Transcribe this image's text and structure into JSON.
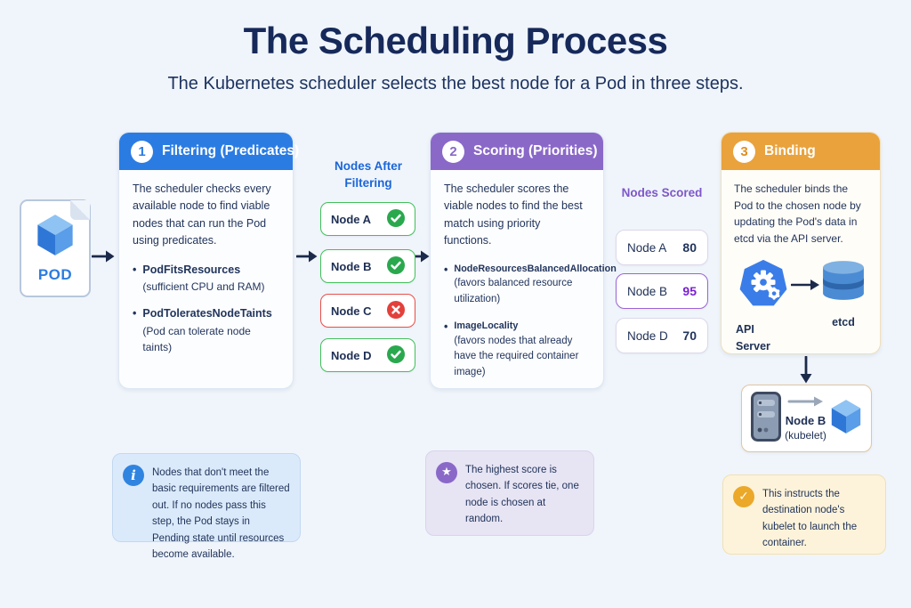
{
  "page": {
    "title": "The Scheduling Process",
    "subtitle": "The Kubernetes scheduler selects the best node for a Pod in three steps."
  },
  "pod_card": {
    "label": "POD"
  },
  "filtering": {
    "step_number": "1",
    "title": "Filtering (Predicates)",
    "description": "The scheduler checks every available node to find viable nodes that can run the Pod using predicates.",
    "bullets": [
      {
        "name": "PodFitsResources",
        "detail": "(sufficient CPU and RAM)"
      },
      {
        "name": "PodToleratesNodeTaints",
        "detail": "(Pod can tolerate node taints)"
      }
    ]
  },
  "filter_results": {
    "heading": "Nodes After Filtering",
    "items": [
      {
        "name": "Node A",
        "status": "pass"
      },
      {
        "name": "Node B",
        "status": "pass"
      },
      {
        "name": "Node C",
        "status": "fail"
      },
      {
        "name": "Node D",
        "status": "pass"
      }
    ]
  },
  "scoring": {
    "step_number": "2",
    "title": "Scoring (Priorities)",
    "description": "The scheduler scores the viable nodes to find the best match using priority functions.",
    "bullets": [
      {
        "name": "NodeResourcesBalancedAllocation",
        "detail": "(favors balanced resource utilization)"
      },
      {
        "name": "ImageLocality",
        "detail": "(favors nodes that already have the required container image)"
      }
    ]
  },
  "score_results": {
    "heading": "Nodes Scored",
    "selected": "Node B",
    "items": [
      {
        "name": "Node A",
        "score": "80"
      },
      {
        "name": "Node B",
        "score": "95"
      },
      {
        "name": "Node D",
        "score": "70"
      }
    ]
  },
  "binding": {
    "step_number": "3",
    "title": "Binding",
    "description": "The scheduler binds the Pod to the chosen node by updating the Pod's data in etcd via the API server.",
    "api_server_label": "API Server",
    "etcd_label": "etcd"
  },
  "kubelet": {
    "node_name": "Node B",
    "role": "(kubelet)"
  },
  "notes": {
    "filtering": {
      "text": "Nodes that don't meet the basic requirements are filtered out. If no nodes pass this step, the Pod stays in Pending state until resources become available."
    },
    "scoring": {
      "text": "The highest score is chosen. If scores tie, one node is chosen at random."
    },
    "binding": {
      "text": "This instructs the destination node's kubelet to launch the container."
    }
  },
  "colors": {
    "background": "#f0f5fb",
    "step1_accent": "#2b7ce2",
    "step2_accent": "#8a68c8",
    "step3_accent": "#e9a23c",
    "pass_green": "#2aa84e",
    "fail_red": "#e3403a",
    "selected_purple": "#7a1fd4",
    "heading_blue": "#1b66d8",
    "heading_purple": "#7e57c9",
    "text_navy": "#20345c"
  }
}
